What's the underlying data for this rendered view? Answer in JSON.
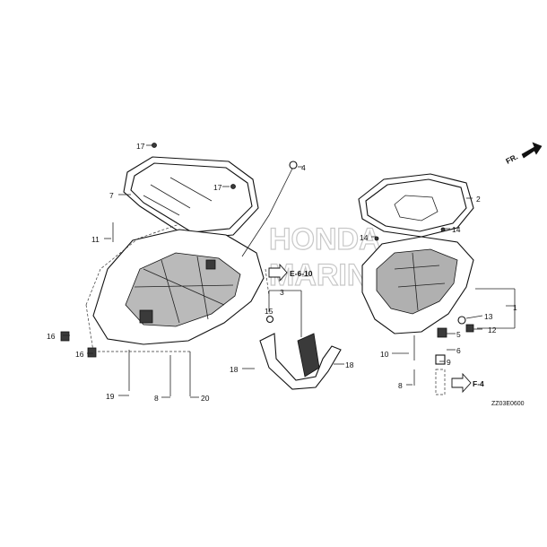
{
  "diagram": {
    "drawing_code": "ZZ03E0600",
    "direction_label": "FR.",
    "watermark": [
      "HONDA",
      "MARINE"
    ],
    "references": [
      {
        "label": "E-6-10"
      },
      {
        "label": "F-4"
      }
    ],
    "callouts": {
      "c1": "1",
      "c2": "2",
      "c3": "3",
      "c4": "4",
      "c5": "5",
      "c6": "6",
      "c7": "7",
      "c8a": "8",
      "c8b": "8",
      "c9": "9",
      "c10": "10",
      "c11": "11",
      "c12": "12",
      "c13": "13",
      "c14a": "14",
      "c14b": "14",
      "c15": "15",
      "c16a": "16",
      "c16b": "16",
      "c17a": "17",
      "c17b": "17",
      "c18a": "18",
      "c18b": "18",
      "c19": "19",
      "c20": "20"
    },
    "colors": {
      "ink": "#111111",
      "watermark": "#c8c8c8",
      "background": "#ffffff"
    }
  }
}
